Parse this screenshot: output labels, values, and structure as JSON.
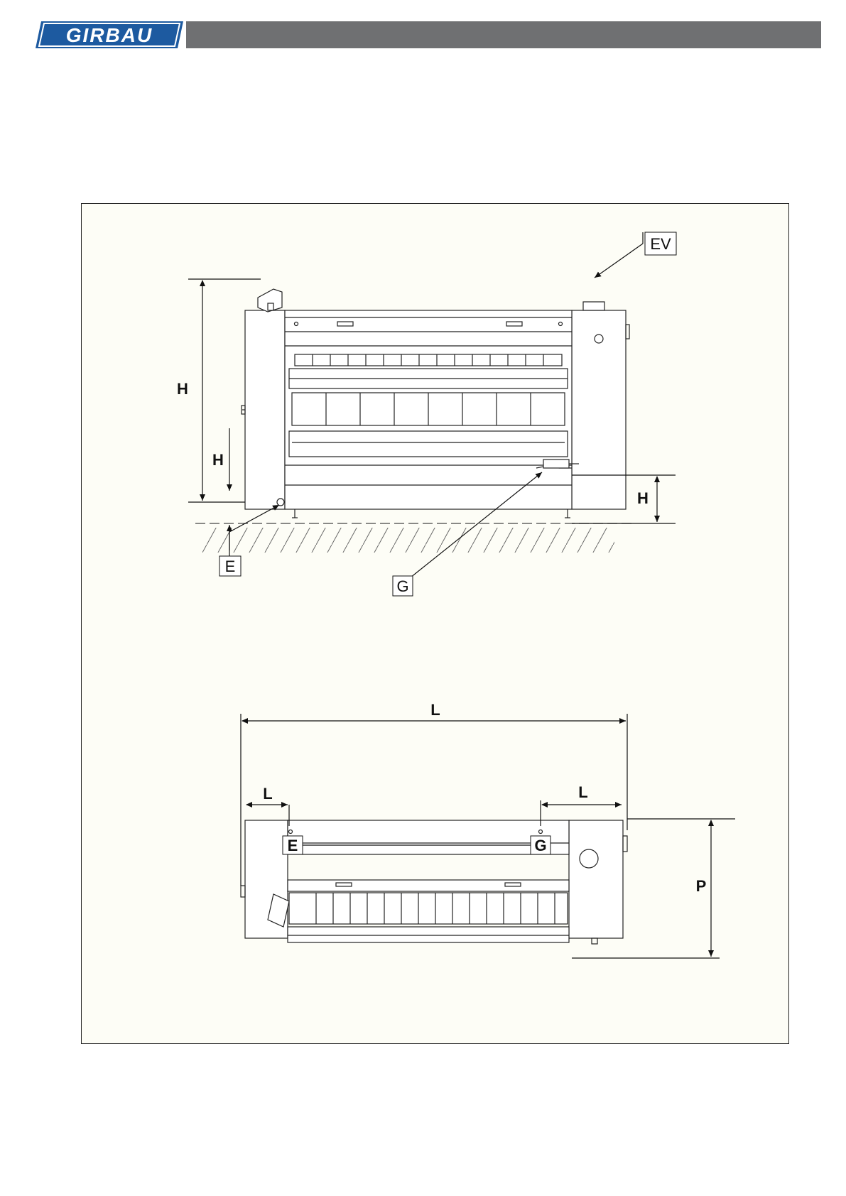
{
  "brand": {
    "logo_text": "GIRBAU",
    "logo_color": "#1d5aa0",
    "bar_color": "#6f7072"
  },
  "front_view": {
    "dim_height_total": "H",
    "dim_height_e": "H",
    "dim_height_g": "H",
    "callout_ev": "EV",
    "callout_e": "E",
    "callout_g": "G"
  },
  "top_view": {
    "dim_length_total": "L",
    "dim_length_e": "L",
    "dim_length_g": "L",
    "dim_depth": "P",
    "marker_e": "E",
    "marker_g": "G"
  }
}
